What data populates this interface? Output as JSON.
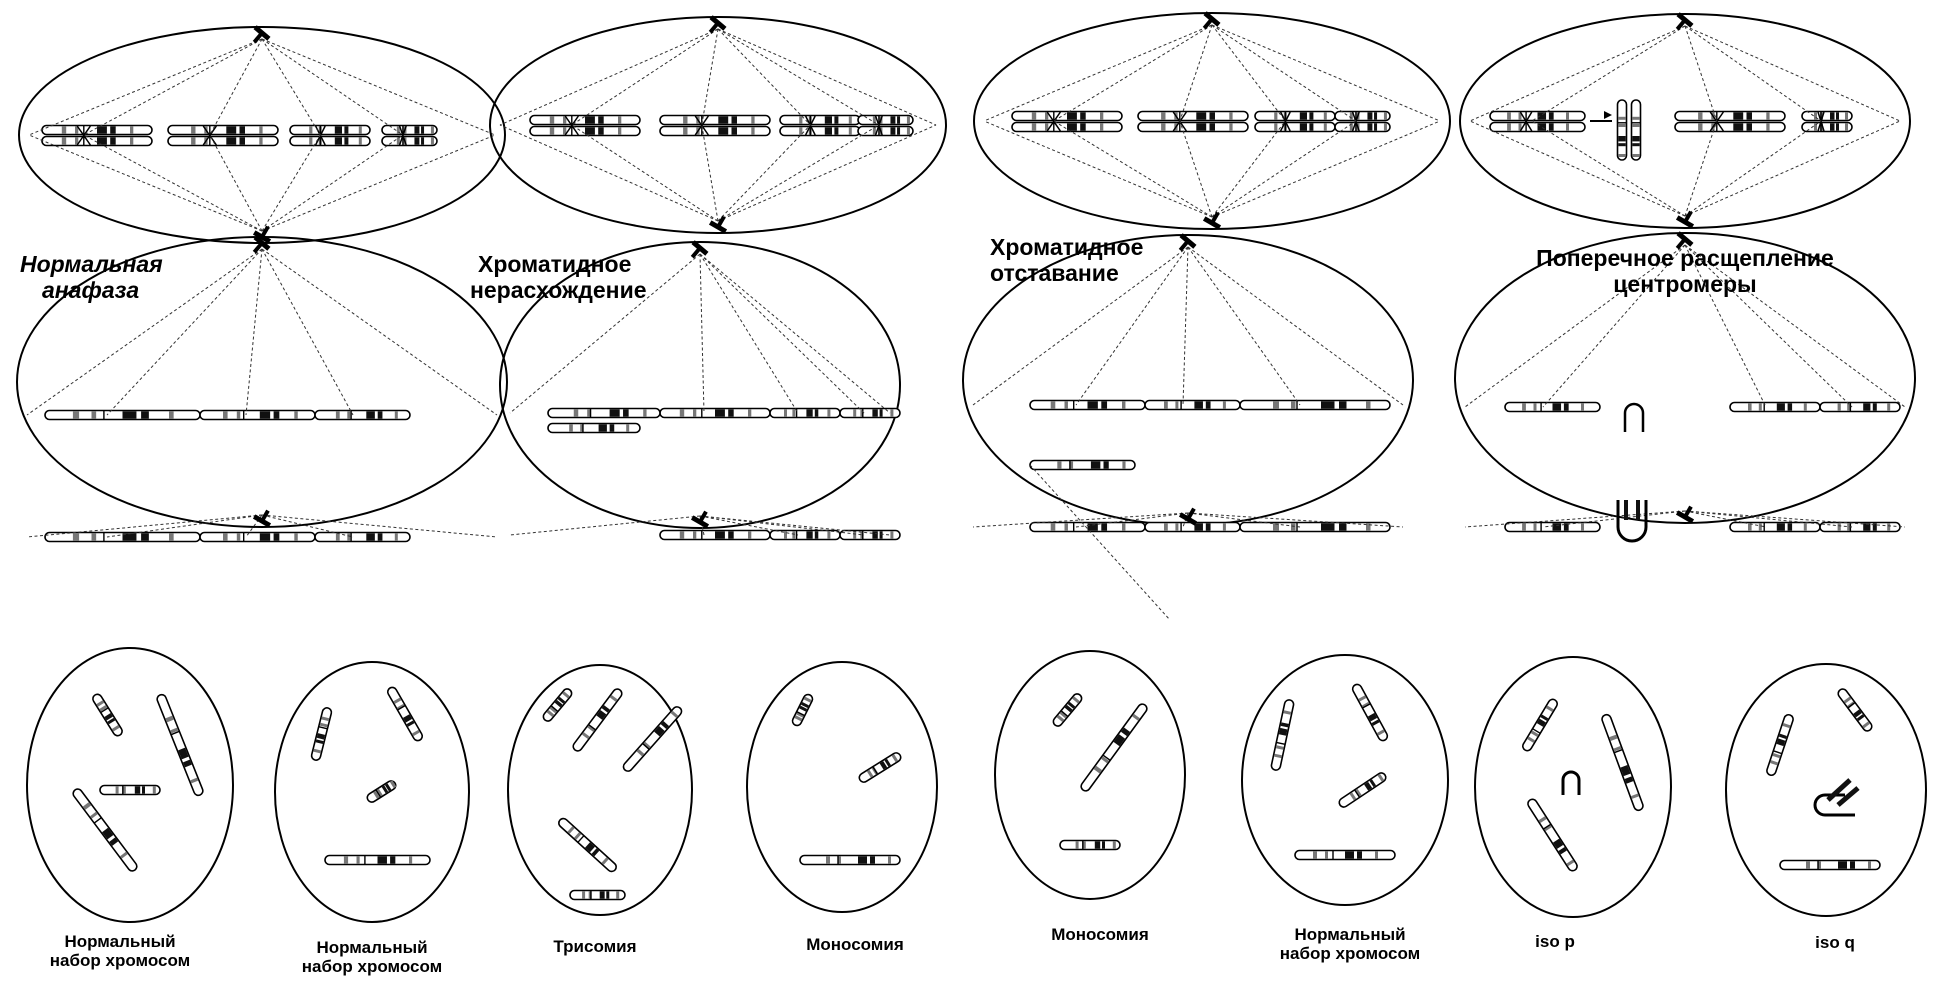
{
  "colors": {
    "line": "#000000",
    "spindle": "#333333",
    "chromosome_fill": "#ffffff",
    "band_dark": "#111111",
    "band_mid": "#777777",
    "background": "#ffffff"
  },
  "anaphase_labels": {
    "normal": {
      "line1": "Нормальная",
      "line2": "анафаза"
    },
    "nondisjunction": {
      "line1": "Хроматидное",
      "line2": "нерасхождение"
    },
    "lagging": {
      "line1": "Хроматидное",
      "line2": "отставание"
    },
    "transverse": {
      "line1": "Поперечное расщепление",
      "line2": "центромеры"
    }
  },
  "daughter_labels": [
    {
      "line1": "Нормальный",
      "line2": "набор хромосом"
    },
    {
      "line1": "Нормальный",
      "line2": "набор хромосом"
    },
    {
      "line1": "Трисомия",
      "line2": ""
    },
    {
      "line1": "Моносомия",
      "line2": ""
    },
    {
      "line1": "Моносомия",
      "line2": ""
    },
    {
      "line1": "Нормальный",
      "line2": "набор хромосом"
    },
    {
      "line1": "iso p",
      "line2": ""
    },
    {
      "line1": "iso q",
      "line2": ""
    }
  ]
}
